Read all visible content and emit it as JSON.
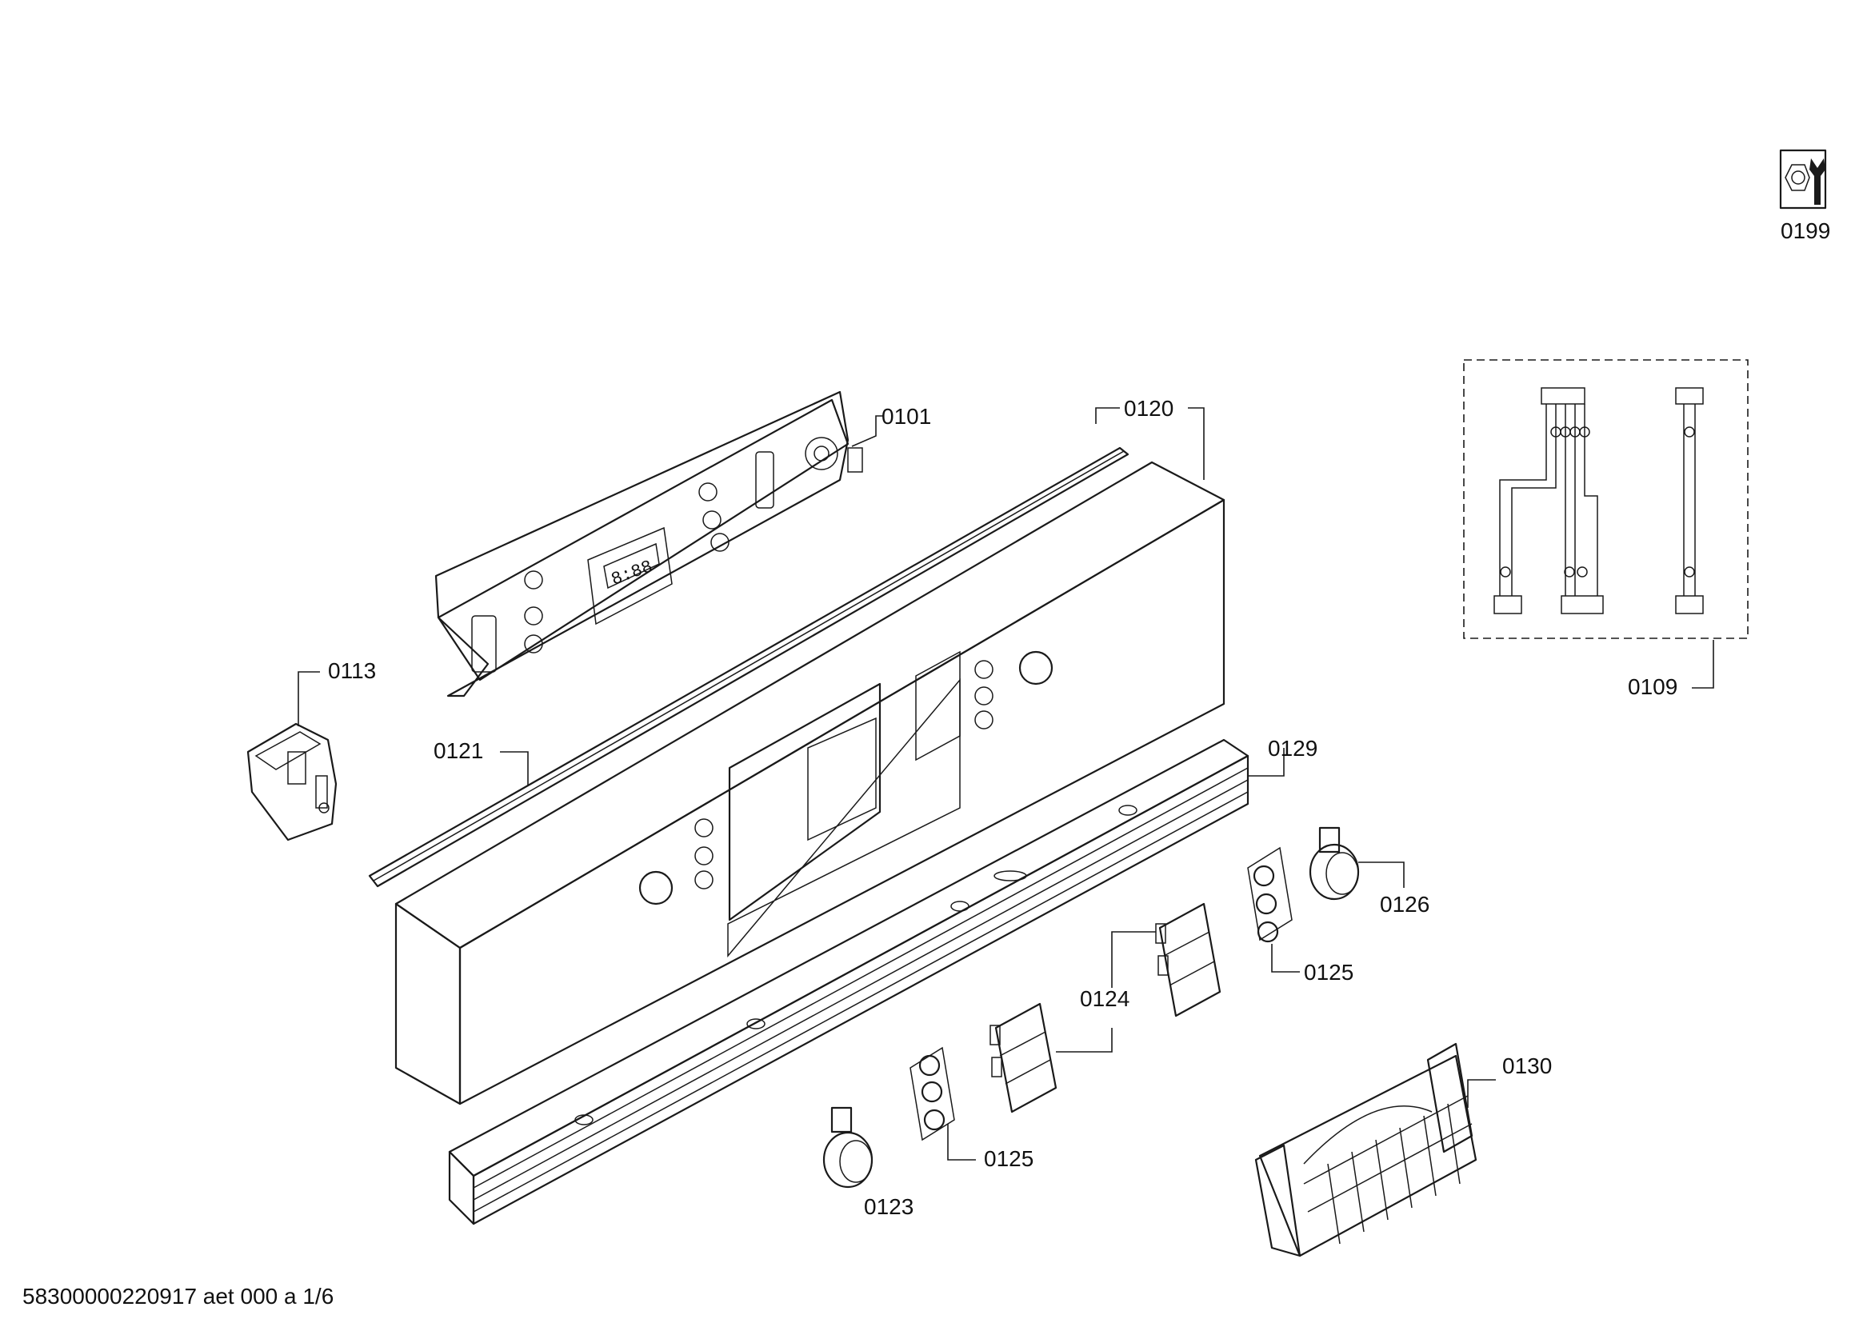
{
  "labels": {
    "p0101": "0101",
    "p0109": "0109",
    "p0113": "0113",
    "p0120": "0120",
    "p0121": "0121",
    "p0123": "0123",
    "p0124": "0124",
    "p0125a": "0125",
    "p0125b": "0125",
    "p0126": "0126",
    "p0129": "0129",
    "p0130": "0130",
    "p0199": "0199"
  },
  "display_digits": "8:88",
  "footer": "58300000220917 aet 000 a 1/6",
  "icons": {
    "service": "wrench-nut-icon"
  }
}
